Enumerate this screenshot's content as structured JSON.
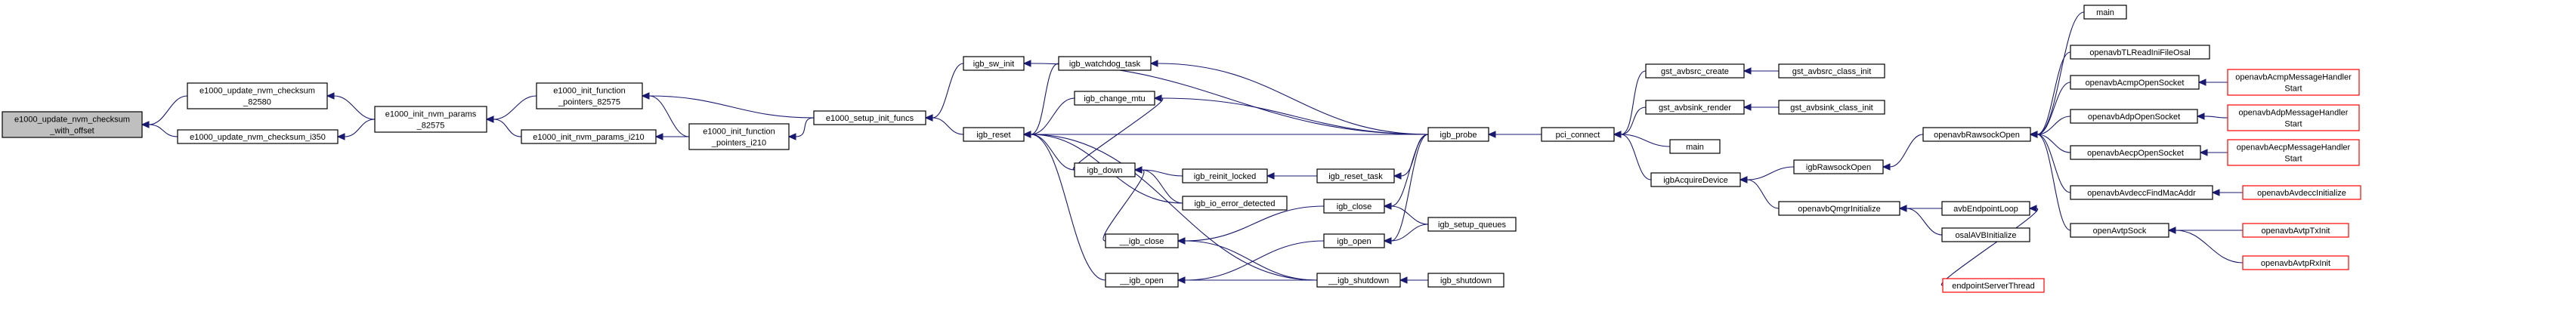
{
  "colors": {
    "edge": "#191970",
    "root_fill": "#bfbfbf",
    "node_border": "#000000",
    "external_node_border": "#ff0000",
    "background": "#ffffff"
  },
  "graph": {
    "direction": "right-to-left callers",
    "nodes": [
      {
        "id": "root",
        "lines": [
          "e1000_update_nvm_checksum",
          "_with_offset"
        ],
        "style": "root"
      },
      {
        "id": "n82580",
        "lines": [
          "e1000_update_nvm_checksum",
          "_82580"
        ]
      },
      {
        "id": "ni350",
        "lines": [
          "e1000_update_nvm_checksum_i350"
        ]
      },
      {
        "id": "initnvm82575",
        "lines": [
          "e1000_init_nvm_params",
          "_82575"
        ]
      },
      {
        "id": "initfp82575",
        "lines": [
          "e1000_init_function",
          "_pointers_82575"
        ]
      },
      {
        "id": "initnvmi210",
        "lines": [
          "e1000_init_nvm_params_i210"
        ]
      },
      {
        "id": "initfpi210",
        "lines": [
          "e1000_init_function",
          "_pointers_i210"
        ]
      },
      {
        "id": "setupfuncs",
        "lines": [
          "e1000_setup_init_funcs"
        ]
      },
      {
        "id": "swinit",
        "lines": [
          "igb_sw_init"
        ]
      },
      {
        "id": "reset",
        "lines": [
          "igb_reset"
        ]
      },
      {
        "id": "watchdog",
        "lines": [
          "igb_watchdog_task"
        ]
      },
      {
        "id": "changemtu",
        "lines": [
          "igb_change_mtu"
        ]
      },
      {
        "id": "down",
        "lines": [
          "igb_down"
        ]
      },
      {
        "id": "reinit",
        "lines": [
          "igb_reinit_locked"
        ]
      },
      {
        "id": "ioerr",
        "lines": [
          "igb_io_error_detected"
        ]
      },
      {
        "id": "uclose",
        "lines": [
          "__igb_close"
        ]
      },
      {
        "id": "uopen",
        "lines": [
          "__igb_open"
        ]
      },
      {
        "id": "resettask",
        "lines": [
          "igb_reset_task"
        ]
      },
      {
        "id": "close",
        "lines": [
          "igb_close"
        ]
      },
      {
        "id": "open",
        "lines": [
          "igb_open"
        ]
      },
      {
        "id": "ushutdown",
        "lines": [
          "__igb_shutdown"
        ]
      },
      {
        "id": "setupqueues",
        "lines": [
          "igb_setup_queues"
        ]
      },
      {
        "id": "shutdown",
        "lines": [
          "igb_shutdown"
        ]
      },
      {
        "id": "probe",
        "lines": [
          "igb_probe"
        ]
      },
      {
        "id": "pciconnect",
        "lines": [
          "pci_connect"
        ]
      },
      {
        "id": "avbsrccreate",
        "lines": [
          "gst_avbsrc_create"
        ]
      },
      {
        "id": "avbsrcinit",
        "lines": [
          "gst_avbsrc_class_init"
        ]
      },
      {
        "id": "avbsinkrender",
        "lines": [
          "gst_avbsink_render"
        ]
      },
      {
        "id": "avbsinkinit",
        "lines": [
          "gst_avbsink_class_init"
        ]
      },
      {
        "id": "main1",
        "lines": [
          "main"
        ]
      },
      {
        "id": "acquire",
        "lines": [
          "igbAcquireDevice"
        ]
      },
      {
        "id": "rawsockopen",
        "lines": [
          "igbRawsockOpen"
        ]
      },
      {
        "id": "qmgrinit",
        "lines": [
          "openavbQmgrInitialize"
        ]
      },
      {
        "id": "endpointloop",
        "lines": [
          "avbEndpointLoop"
        ]
      },
      {
        "id": "osalinit",
        "lines": [
          "osalAVBInitialize"
        ]
      },
      {
        "id": "endpointthread",
        "lines": [
          "endpointServerThread"
        ],
        "style": "red"
      },
      {
        "id": "oarawsock",
        "lines": [
          "openavbRawsockOpen"
        ]
      },
      {
        "id": "main2",
        "lines": [
          "main"
        ]
      },
      {
        "id": "tlread",
        "lines": [
          "openavbTLReadIniFileOsal"
        ]
      },
      {
        "id": "acmpsock",
        "lines": [
          "openavbAcmpOpenSocket"
        ]
      },
      {
        "id": "acmphandler",
        "lines": [
          "openavbAcmpMessageHandler",
          "Start"
        ],
        "style": "red"
      },
      {
        "id": "adpsock",
        "lines": [
          "openavbAdpOpenSocket"
        ]
      },
      {
        "id": "adphandler",
        "lines": [
          "openavbAdpMessageHandler",
          "Start"
        ],
        "style": "red"
      },
      {
        "id": "aecpsock",
        "lines": [
          "openavbAecpOpenSocket"
        ]
      },
      {
        "id": "aecphandler",
        "lines": [
          "openavbAecpMessageHandler",
          "Start"
        ],
        "style": "red"
      },
      {
        "id": "avdeccmac",
        "lines": [
          "openavbAvdeccFindMacAddr"
        ]
      },
      {
        "id": "avdeccinit",
        "lines": [
          "openavbAvdeccInitialize"
        ],
        "style": "red"
      },
      {
        "id": "avtpsock",
        "lines": [
          "openAvtpSock"
        ]
      },
      {
        "id": "avtptx",
        "lines": [
          "openavbAvtpTxInit"
        ],
        "style": "red"
      },
      {
        "id": "avtprx",
        "lines": [
          "openavbAvtpRxInit"
        ],
        "style": "red"
      }
    ],
    "edges": [
      [
        "n82580",
        "root"
      ],
      [
        "ni350",
        "root"
      ],
      [
        "initnvm82575",
        "n82580"
      ],
      [
        "initnvm82575",
        "ni350"
      ],
      [
        "initfp82575",
        "initnvm82575"
      ],
      [
        "initnvmi210",
        "initnvm82575"
      ],
      [
        "initfpi210",
        "initfp82575"
      ],
      [
        "initfpi210",
        "initnvmi210"
      ],
      [
        "setupfuncs",
        "initfp82575"
      ],
      [
        "setupfuncs",
        "initfpi210"
      ],
      [
        "swinit",
        "setupfuncs"
      ],
      [
        "reset",
        "setupfuncs"
      ],
      [
        "probe",
        "swinit"
      ],
      [
        "watchdog",
        "reset"
      ],
      [
        "probe",
        "reset"
      ],
      [
        "changemtu",
        "reset"
      ],
      [
        "down",
        "reset"
      ],
      [
        "ioerr",
        "reset"
      ],
      [
        "uopen",
        "reset"
      ],
      [
        "ushutdown",
        "reset"
      ],
      [
        "probe",
        "watchdog"
      ],
      [
        "probe",
        "changemtu"
      ],
      [
        "down",
        "changemtu"
      ],
      [
        "reinit",
        "down"
      ],
      [
        "ioerr",
        "down"
      ],
      [
        "uclose",
        "down"
      ],
      [
        "resettask",
        "reinit"
      ],
      [
        "probe",
        "resettask"
      ],
      [
        "close",
        "uclose"
      ],
      [
        "ushutdown",
        "uclose"
      ],
      [
        "open",
        "uopen"
      ],
      [
        "ushutdown",
        "uopen"
      ],
      [
        "probe",
        "close"
      ],
      [
        "setupqueues",
        "close"
      ],
      [
        "probe",
        "open"
      ],
      [
        "setupqueues",
        "open"
      ],
      [
        "shutdown",
        "ushutdown"
      ],
      [
        "pciconnect",
        "probe"
      ],
      [
        "avbsrccreate",
        "pciconnect"
      ],
      [
        "avbsinkrender",
        "pciconnect"
      ],
      [
        "main1",
        "pciconnect"
      ],
      [
        "acquire",
        "pciconnect"
      ],
      [
        "avbsrcinit",
        "avbsrccreate"
      ],
      [
        "avbsinkinit",
        "avbsinkrender"
      ],
      [
        "rawsockopen",
        "acquire"
      ],
      [
        "qmgrinit",
        "acquire"
      ],
      [
        "oarawsock",
        "rawsockopen"
      ],
      [
        "endpointloop",
        "qmgrinit"
      ],
      [
        "osalinit",
        "qmgrinit"
      ],
      [
        "endpointthread",
        "endpointloop"
      ],
      [
        "main2",
        "oarawsock"
      ],
      [
        "tlread",
        "oarawsock"
      ],
      [
        "acmpsock",
        "oarawsock"
      ],
      [
        "adpsock",
        "oarawsock"
      ],
      [
        "aecpsock",
        "oarawsock"
      ],
      [
        "avdeccmac",
        "oarawsock"
      ],
      [
        "avtpsock",
        "oarawsock"
      ],
      [
        "acmphandler",
        "acmpsock"
      ],
      [
        "adphandler",
        "adpsock"
      ],
      [
        "aecphandler",
        "aecpsock"
      ],
      [
        "avdeccinit",
        "avdeccmac"
      ],
      [
        "avtptx",
        "avtpsock"
      ],
      [
        "avtprx",
        "avtpsock"
      ]
    ]
  }
}
